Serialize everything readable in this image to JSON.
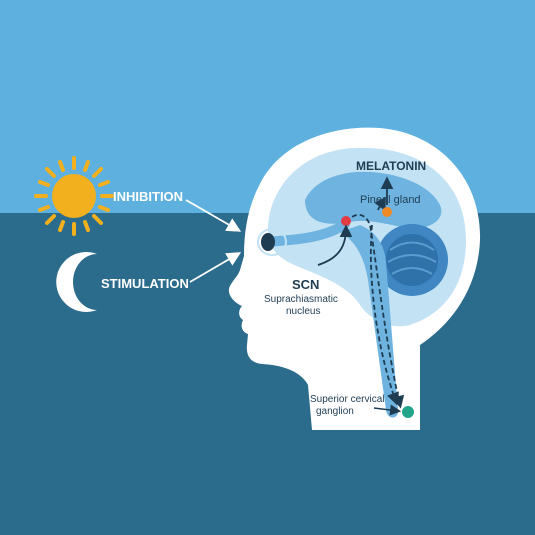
{
  "labels": {
    "inhibition": "INHIBITION",
    "stimulation": "STIMULATION",
    "melatonin": "MELATONIN",
    "pineal_gland": "Pineal gland",
    "scn": "SCN",
    "scn_line1": "Suprachiasmatic",
    "scn_line2": "nucleus",
    "scg_line1": "Superior cervical",
    "scg_line2": "ganglion"
  },
  "icons": {
    "sun": "sun-icon",
    "moon": "crescent-moon-icon"
  },
  "colors": {
    "sky_day": "#5eb1de",
    "sky_night": "#2b6b8c",
    "sun": "#f2b01e",
    "moon": "#ffffff",
    "head": "#ffffff",
    "brain": "#c3e3f5",
    "brain_inner": "#6fb3e0",
    "cerebellum": "#3f86c2",
    "scn_dot": "#e23b43",
    "pineal_dot": "#f08a24",
    "ganglion_dot": "#21a58b",
    "text_dark": "#1f3d52"
  }
}
